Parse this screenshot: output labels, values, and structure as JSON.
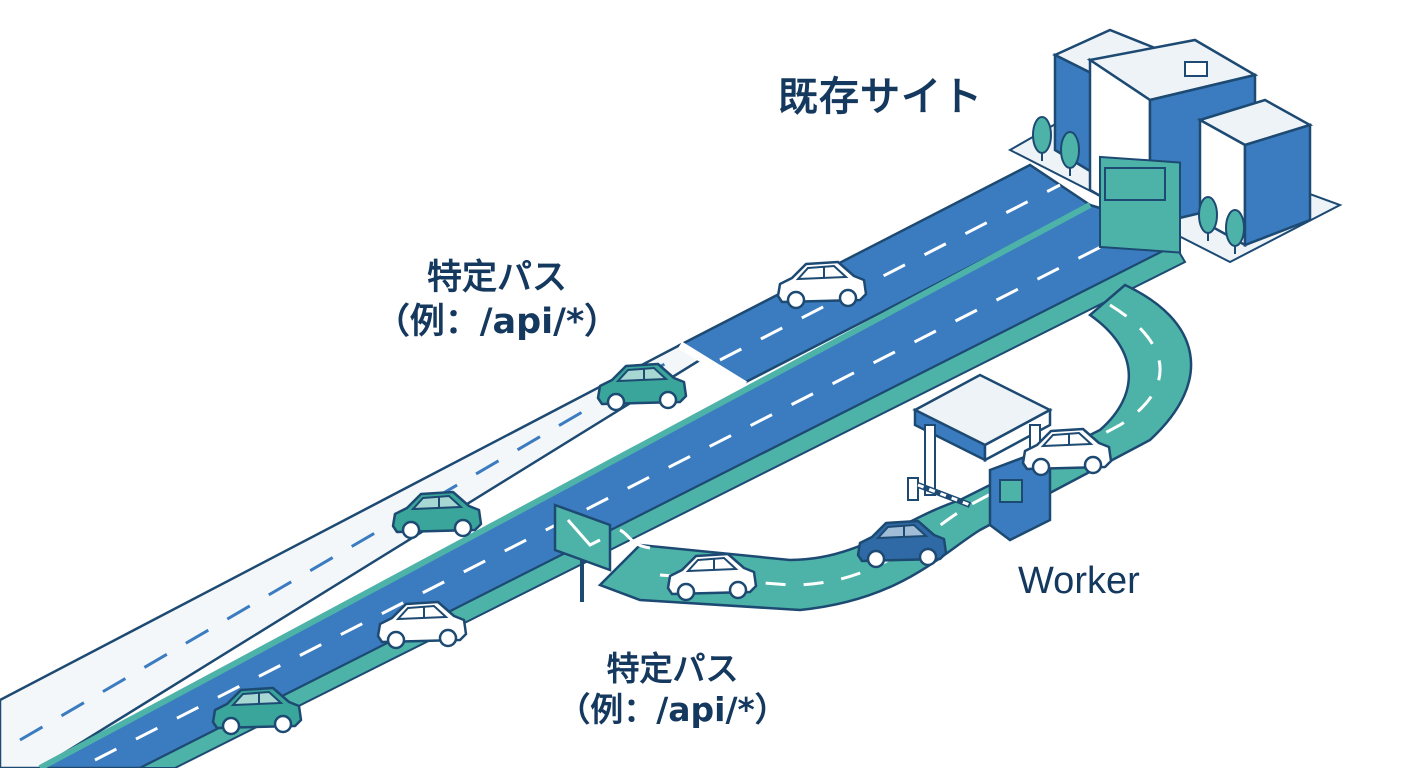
{
  "labels": {
    "site": "既存サイト",
    "upper_path_line1": "特定パス",
    "upper_path_line2": "（例：/api/*）",
    "lower_path_line1": "特定パス",
    "lower_path_line2": "（例：/api/*）",
    "worker": "Worker"
  },
  "colors": {
    "road_blue": "#3b7cc0",
    "road_teal": "#4db3a8",
    "road_gray": "#f4f7fa",
    "outline": "#1d4a72",
    "text": "#14385e",
    "building_blue": "#3b7cc0",
    "car_teal": "#3aa69b",
    "car_blue": "#2f6aa6",
    "car_white": "#ffffff"
  },
  "icons": {
    "building": "office-building-icon",
    "booth": "toll-gate-icon",
    "sign": "route-sign-icon",
    "car": "car-icon",
    "tree": "tree-icon"
  }
}
